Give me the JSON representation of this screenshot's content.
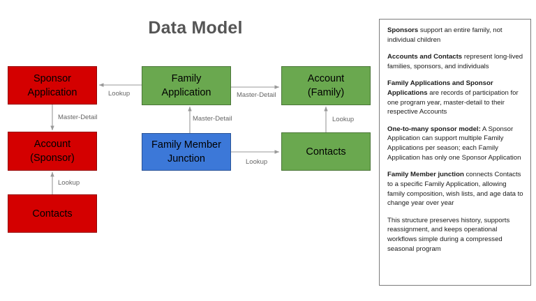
{
  "title": "Data Model",
  "entities": [
    {
      "id": "sponsor-application",
      "label": "Sponsor\nApplication",
      "color": "#d40000"
    },
    {
      "id": "family-application",
      "label": "Family\nApplication",
      "color": "#6aa84f"
    },
    {
      "id": "account-family",
      "label": "Account\n(Family)",
      "color": "#6aa84f"
    },
    {
      "id": "account-sponsor",
      "label": "Account\n(Sponsor)",
      "color": "#d40000"
    },
    {
      "id": "family-member-junction",
      "label": "Family Member\nJunction",
      "color": "#3c78d8"
    },
    {
      "id": "contacts-green",
      "label": "Contacts",
      "color": "#6aa84f"
    },
    {
      "id": "contacts-red",
      "label": "Contacts",
      "color": "#d40000"
    }
  ],
  "edges": [
    {
      "id": "family-app-to-sponsor-app",
      "label": "Lookup"
    },
    {
      "id": "family-app-to-account-family",
      "label": "Master-Detail"
    },
    {
      "id": "sponsor-app-to-account-sponsor",
      "label": "Master-Detail"
    },
    {
      "id": "junction-to-family-app",
      "label": "Master-Detail"
    },
    {
      "id": "contacts-green-to-account-family",
      "label": "Lookup"
    },
    {
      "id": "contacts-red-to-account-sponsor",
      "label": "Lookup"
    },
    {
      "id": "junction-to-contacts-green",
      "label": "Lookup"
    }
  ],
  "notes": [
    {
      "lead": "Sponsors",
      "rest": " support an entire family, not individual children"
    },
    {
      "lead": "Accounts and Contacts",
      "rest": " represent long-lived families, sponsors, and individuals"
    },
    {
      "lead": "Family Applications and Sponsor Applications",
      "rest": " are records of participation for one program year, master-detail to their respective Accounts"
    },
    {
      "lead": "One-to-many sponsor model:",
      "rest": " A Sponsor Application can support multiple Family Applications per season; each Family Application has only one Sponsor Application"
    },
    {
      "lead": "Family Member junction",
      "rest": " connects Contacts to a specific Family Application, allowing family composition, wish lists, and age data to change year over year"
    },
    {
      "lead": "",
      "rest": "This structure preserves history, supports reassignment, and keeps operational workflows simple during a compressed seasonal program"
    }
  ],
  "colors": {
    "red": "#d40000",
    "green": "#6aa84f",
    "blue": "#3c78d8",
    "connector": "#999999",
    "title": "#555555",
    "panel_border": "#7b7b7b"
  }
}
